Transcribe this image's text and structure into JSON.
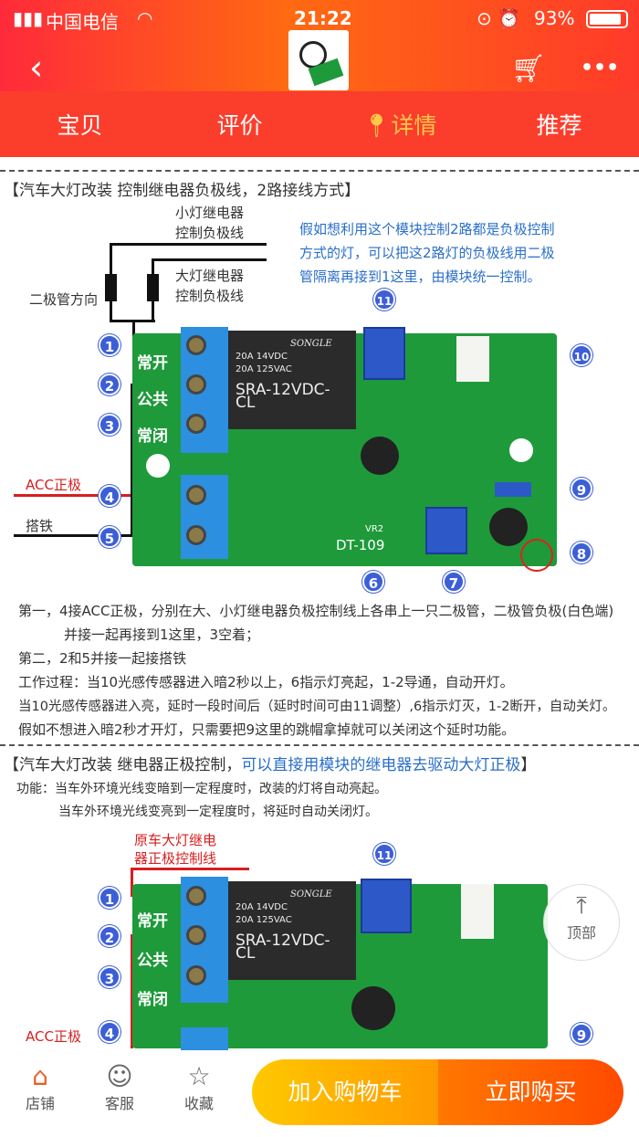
{
  "status_bar": {
    "carrier": "中国电信",
    "time": "21:22",
    "battery": "93%"
  },
  "nav": {
    "back": "back",
    "cart": "cart",
    "more": "•••"
  },
  "tabs": [
    {
      "label": "宝贝"
    },
    {
      "label": "评价"
    },
    {
      "label": "详情",
      "active": true
    },
    {
      "label": "推荐"
    }
  ],
  "section1": {
    "title": "【汽车大灯改装 控制继电器负极线，2路接线方式】",
    "label_small": [
      "小灯继电器",
      "控制负极线"
    ],
    "label_big": [
      "大灯继电器",
      "控制负极线"
    ],
    "label_diode": "二极管方向",
    "note": [
      "假如想利用这个模块控制2路都是负极控制",
      "方式的灯，可以把这2路灯的负极线用二极",
      "管隔离再接到1这里，由模块统一控制。"
    ],
    "acc": "ACC正极",
    "ground": "搭铁",
    "terminals": [
      "常开",
      "公共",
      "常闭"
    ],
    "relay": {
      "brand": "SONGLE",
      "spec1": "20A 14VDC",
      "spec2": "20A 125VAC",
      "model": "SRA-12VDC-CL"
    },
    "board_model": "DT-109",
    "vr": "VR2",
    "markers": [
      "1",
      "2",
      "3",
      "4",
      "5",
      "6",
      "7",
      "8",
      "9",
      "10",
      "11"
    ],
    "steps": [
      "第一，4接ACC正极，分别在大、小灯继电器负极控制线上各串上一只二极管，二极管负极(白色端)",
      "并接一起再接到1这里，3空着；",
      "第二，2和5并接一起接搭铁",
      "工作过程：当10光感传感器进入暗2秒以上，6指示灯亮起，1-2导通，自动开灯。",
      "当10光感传感器进入亮，延时一段时间后（延时时间可由11调整）,6指示灯灭，1-2断开，自动关灯。",
      "假如不想进入暗2秒才开灯，只需要把9这里的跳帽拿掉就可以关闭这个延时功能。"
    ]
  },
  "section2": {
    "title_a": "【汽车大灯改装 继电器正极控制，",
    "title_b": "可以直接用模块的继电器去驱动大灯正极",
    "title_c": "】",
    "func": [
      "功能：当车外环境光线变暗到一定程度时，改装的灯将自动亮起。",
      "当车外环境光线变亮到一定程度时，将延时自动关闭灯。"
    ],
    "label_orig": [
      "原车大灯继电",
      "器正极控制线"
    ],
    "acc": "ACC正极",
    "markers": [
      "1",
      "2",
      "3",
      "4",
      "11",
      "9"
    ]
  },
  "back_to_top": "顶部",
  "bottom": {
    "shop": "店铺",
    "service": "客服",
    "favorite": "收藏",
    "add_cart": "加入购物车",
    "buy_now": "立即购买"
  },
  "colors": {
    "accent": "#fb3d2c",
    "active_tab": "#ffc84a",
    "marker": "#3c5fd8"
  }
}
